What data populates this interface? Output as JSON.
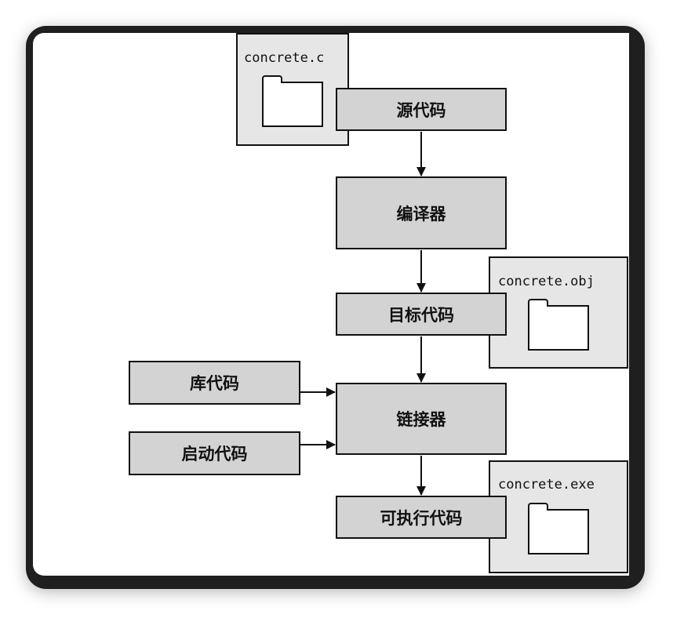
{
  "files": {
    "source": "concrete.c",
    "object": "concrete.obj",
    "executable": "concrete.exe"
  },
  "labels": {
    "source_code": "源代码",
    "compiler": "编译器",
    "object_code": "目标代码",
    "library_code": "库代码",
    "startup_code": "启动代码",
    "linker": "链接器",
    "executable_code": "可执行代码"
  }
}
